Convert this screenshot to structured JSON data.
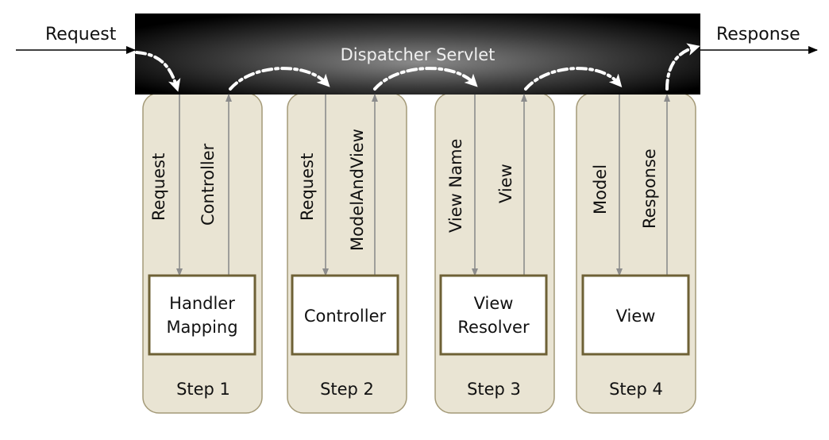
{
  "io": {
    "request": "Request",
    "response": "Response"
  },
  "servlet": {
    "label": "Dispatcher Servlet"
  },
  "steps": [
    {
      "step_label": "Step 1",
      "component_line1": "Handler",
      "component_line2": "Mapping",
      "down_label": "Request",
      "up_label": "Controller"
    },
    {
      "step_label": "Step 2",
      "component_line1": "Controller",
      "component_line2": "",
      "down_label": "Request",
      "up_label": "ModelAndView"
    },
    {
      "step_label": "Step 3",
      "component_line1": "View",
      "component_line2": "Resolver",
      "down_label": "View Name",
      "up_label": "View"
    },
    {
      "step_label": "Step 4",
      "component_line1": "View",
      "component_line2": "",
      "down_label": "Model",
      "up_label": "Response"
    }
  ],
  "colors": {
    "servlet_dark": "#000000",
    "servlet_light": "#8a8a8a",
    "lane_fill": "#e9e4d3",
    "lane_border": "#a49a78",
    "box_border": "#6e6136"
  }
}
